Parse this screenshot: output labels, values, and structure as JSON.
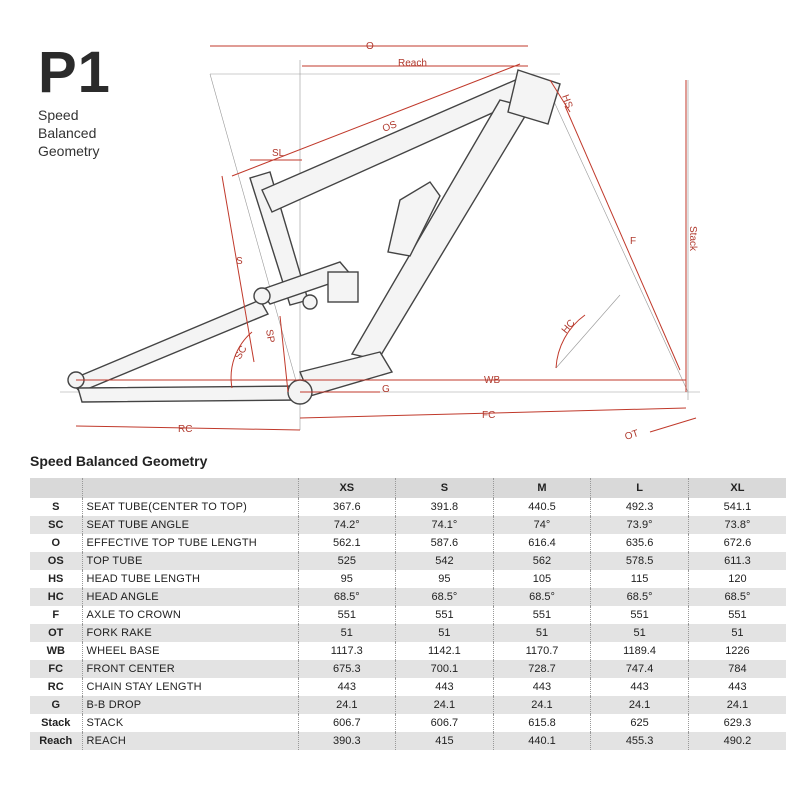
{
  "brand": {
    "model": "P1",
    "subtitle_lines": [
      "Speed",
      "Balanced",
      "Geometry"
    ]
  },
  "diagram_labels": {
    "O": "O",
    "Reach": "Reach",
    "HS": "HS",
    "OS": "OS",
    "SL": "SL",
    "Stack": "Stack",
    "F": "F",
    "S": "S",
    "HC": "HC",
    "SP": "SP",
    "SC": "SC",
    "WB": "WB",
    "G": "G",
    "FC": "FC",
    "RC": "RC",
    "OT": "OT"
  },
  "colors": {
    "dimension": "#c0392b",
    "row_shade": "#e3e3e3",
    "header": "#d9d9d9"
  },
  "table": {
    "title": "Speed Balanced Geometry",
    "sizes": [
      "XS",
      "S",
      "M",
      "L",
      "XL"
    ],
    "rows": [
      {
        "code": "S",
        "name": "SEAT TUBE(CENTER TO TOP)",
        "values": [
          "367.6",
          "391.8",
          "440.5",
          "492.3",
          "541.1"
        ]
      },
      {
        "code": "SC",
        "name": "SEAT TUBE ANGLE",
        "values": [
          "74.2°",
          "74.1°",
          "74°",
          "73.9°",
          "73.8°"
        ]
      },
      {
        "code": "O",
        "name": "EFFECTIVE TOP TUBE LENGTH",
        "values": [
          "562.1",
          "587.6",
          "616.4",
          "635.6",
          "672.6"
        ]
      },
      {
        "code": "OS",
        "name": "TOP TUBE",
        "values": [
          "525",
          "542",
          "562",
          "578.5",
          "611.3"
        ]
      },
      {
        "code": "HS",
        "name": "HEAD TUBE LENGTH",
        "values": [
          "95",
          "95",
          "105",
          "115",
          "120"
        ]
      },
      {
        "code": "HC",
        "name": "HEAD ANGLE",
        "values": [
          "68.5°",
          "68.5°",
          "68.5°",
          "68.5°",
          "68.5°"
        ]
      },
      {
        "code": "F",
        "name": "AXLE TO CROWN",
        "values": [
          "551",
          "551",
          "551",
          "551",
          "551"
        ]
      },
      {
        "code": "OT",
        "name": "FORK RAKE",
        "values": [
          "51",
          "51",
          "51",
          "51",
          "51"
        ]
      },
      {
        "code": "WB",
        "name": "WHEEL BASE",
        "values": [
          "1117.3",
          "1142.1",
          "1170.7",
          "1189.4",
          "1226"
        ]
      },
      {
        "code": "FC",
        "name": "FRONT CENTER",
        "values": [
          "675.3",
          "700.1",
          "728.7",
          "747.4",
          "784"
        ]
      },
      {
        "code": "RC",
        "name": "CHAIN STAY LENGTH",
        "values": [
          "443",
          "443",
          "443",
          "443",
          "443"
        ]
      },
      {
        "code": "G",
        "name": "B-B DROP",
        "values": [
          "24.1",
          "24.1",
          "24.1",
          "24.1",
          "24.1"
        ]
      },
      {
        "code": "Stack",
        "name": "STACK",
        "values": [
          "606.7",
          "606.7",
          "615.8",
          "625",
          "629.3"
        ]
      },
      {
        "code": "Reach",
        "name": "REACH",
        "values": [
          "390.3",
          "415",
          "440.1",
          "455.3",
          "490.2"
        ]
      }
    ]
  }
}
